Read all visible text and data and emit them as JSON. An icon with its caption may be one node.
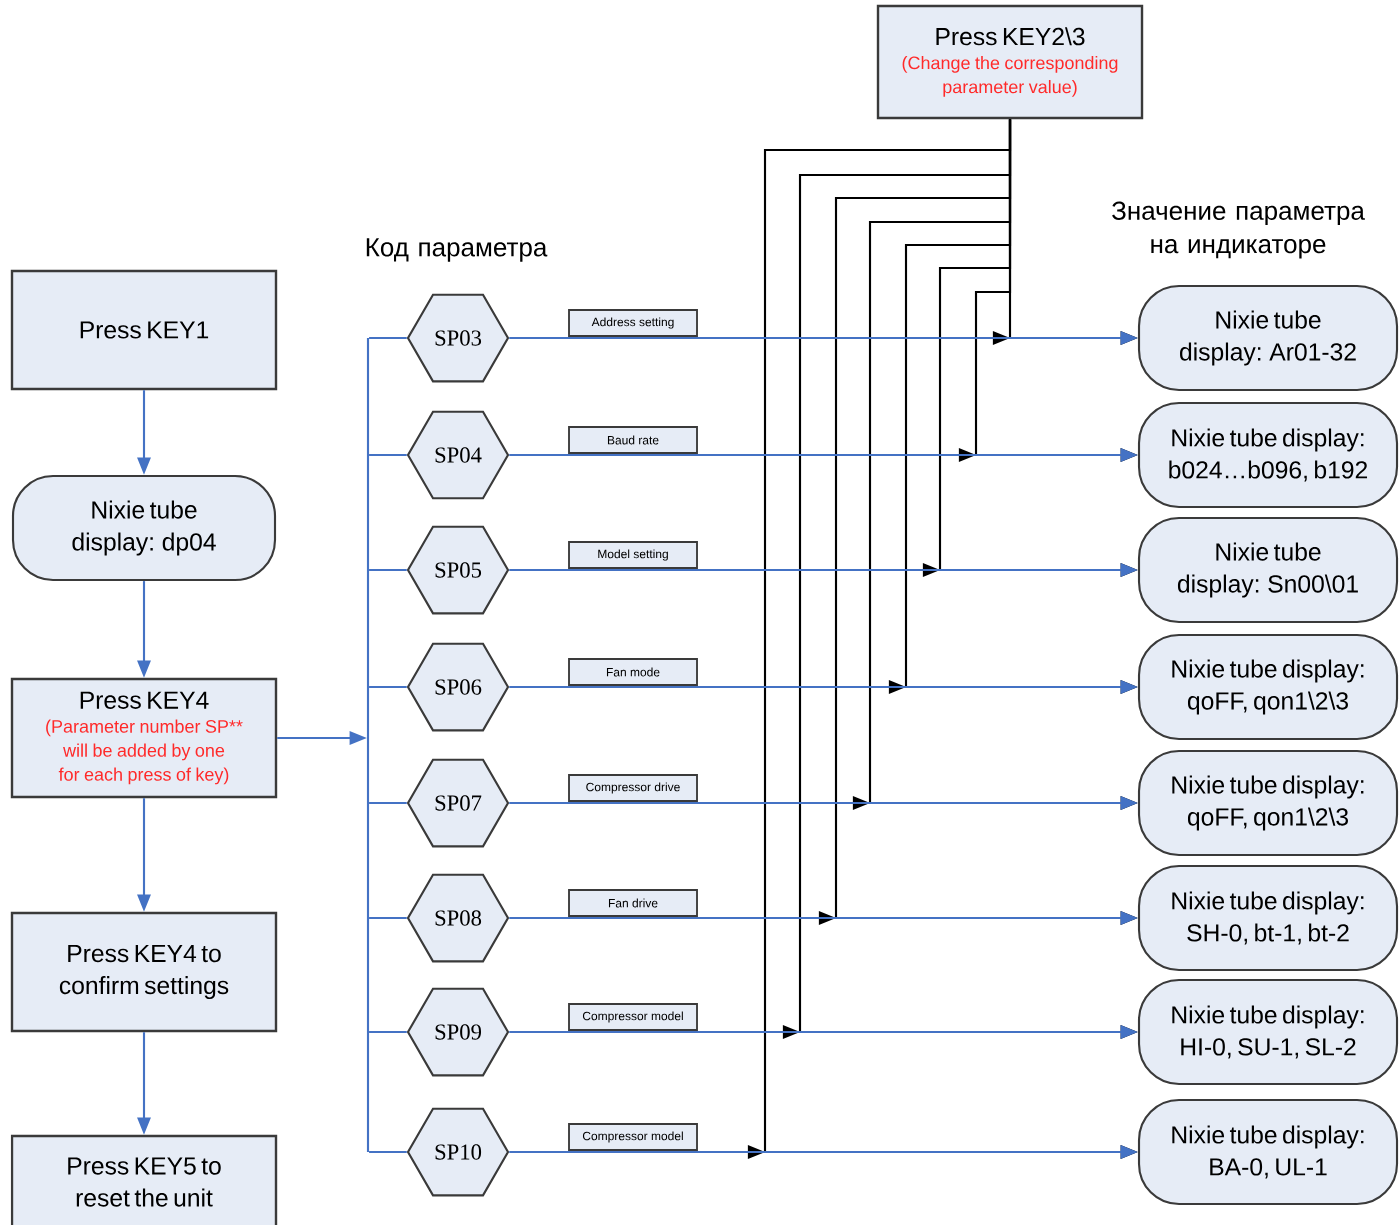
{
  "diagram": {
    "nodes": [
      {
        "text": [
          "Press KEY1"
        ]
      },
      {
        "text": [
          "Nixie tube display: dp04"
        ]
      },
      {
        "text": [
          "Press KEY4",
          "(Parameter number SP** will be added by one for each press of key)"
        ]
      },
      {
        "text": [
          "Press KEY4 to confirm settings"
        ]
      },
      {
        "text": [
          "Press KEY5 to reset the unit"
        ]
      },
      {
        "text": [
          "Press KEY2\\3",
          "(Change the corresponding parameter value)"
        ]
      },
      {
        "text": [
          "SP03"
        ]
      },
      {
        "text": [
          "SP04"
        ]
      },
      {
        "text": [
          "SP05"
        ]
      },
      {
        "text": [
          "SP06"
        ]
      },
      {
        "text": [
          "SP07"
        ]
      },
      {
        "text": [
          "SP08"
        ]
      },
      {
        "text": [
          "SP09"
        ]
      },
      {
        "text": [
          "SP10"
        ]
      },
      {
        "text": [
          "Nixie tube display: Ar01-32"
        ]
      },
      {
        "text": [
          "Nixie tube display: b024…b096, b192"
        ]
      },
      {
        "text": [
          "Nixie tube display: Sn00\\01"
        ]
      },
      {
        "text": [
          "Nixie tube display: qoFF, qon1\\2\\3"
        ]
      },
      {
        "text": [
          "Nixie tube display: qoFF, qon1\\2\\3"
        ]
      },
      {
        "text": [
          "Nixie tube display: SH-0, bt-1, bt-2"
        ]
      },
      {
        "text": [
          "Nixie tube display: HI-0, SU-1, SL-2"
        ]
      },
      {
        "text": [
          "Nixie tube display: BA-0, UL-1"
        ]
      },
      {
        "text": [],
        "shape": "bar"
      }
    ],
    "edges": [
      {
        "from": 0,
        "to": 1,
        "arrow": "to"
      },
      {
        "from": 1,
        "to": 2,
        "arrow": "to"
      },
      {
        "from": 2,
        "to": 3,
        "arrow": "to"
      },
      {
        "from": 3,
        "to": 4,
        "arrow": "to"
      },
      {
        "from": 2,
        "to": 22,
        "arrow": "to"
      },
      {
        "from": 22,
        "to": 6,
        "arrow": "none"
      },
      {
        "from": 22,
        "to": 7,
        "arrow": "none"
      },
      {
        "from": 22,
        "to": 8,
        "arrow": "none"
      },
      {
        "from": 22,
        "to": 9,
        "arrow": "none"
      },
      {
        "from": 22,
        "to": 10,
        "arrow": "none"
      },
      {
        "from": 22,
        "to": 11,
        "arrow": "none"
      },
      {
        "from": 22,
        "to": 12,
        "arrow": "none"
      },
      {
        "from": 22,
        "to": 13,
        "arrow": "none"
      },
      {
        "from": 6,
        "to": 14,
        "arrow": "to",
        "label": "Address setting"
      },
      {
        "from": 7,
        "to": 15,
        "arrow": "to",
        "label": "Baud rate"
      },
      {
        "from": 8,
        "to": 16,
        "arrow": "to",
        "label": "Model setting"
      },
      {
        "from": 9,
        "to": 17,
        "arrow": "to",
        "label": "Fan mode"
      },
      {
        "from": 10,
        "to": 18,
        "arrow": "to",
        "label": "Compressor drive"
      },
      {
        "from": 11,
        "to": 19,
        "arrow": "to",
        "label": "Fan drive"
      },
      {
        "from": 12,
        "to": 20,
        "arrow": "to",
        "label": "Compressor model"
      },
      {
        "from": 13,
        "to": 21,
        "arrow": "to",
        "label": "Compressor model"
      },
      {
        "from": 5,
        "to": 14,
        "arrow": "to",
        "color": "#000000"
      },
      {
        "from": 5,
        "to": 15,
        "arrow": "to",
        "color": "#000000"
      },
      {
        "from": 5,
        "to": 16,
        "arrow": "to",
        "color": "#000000"
      },
      {
        "from": 5,
        "to": 17,
        "arrow": "to",
        "color": "#000000"
      },
      {
        "from": 5,
        "to": 18,
        "arrow": "to",
        "color": "#000000"
      },
      {
        "from": 5,
        "to": 19,
        "arrow": "to",
        "color": "#000000"
      },
      {
        "from": 5,
        "to": 20,
        "arrow": "to",
        "color": "#000000"
      },
      {
        "from": 5,
        "to": 21,
        "arrow": "to",
        "color": "#000000"
      }
    ],
    "labels": [
      "Код параметра",
      "Значение параметра на индикаторе"
    ]
  }
}
